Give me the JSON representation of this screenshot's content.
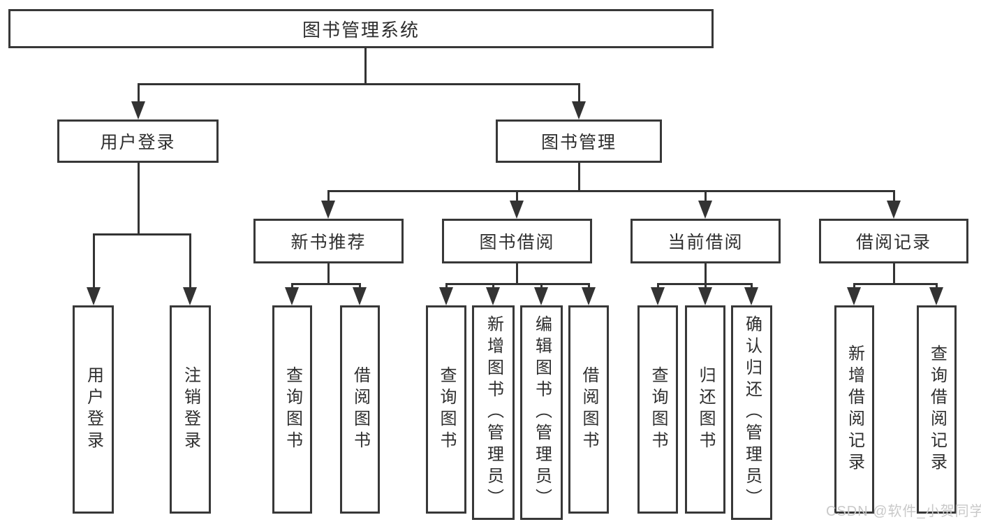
{
  "diagram": {
    "type": "hierarchy-tree",
    "colors": {
      "line": "#333333",
      "box_border": "#383838",
      "box_background": "#ffffff",
      "text": "#2e2e2e",
      "watermark": "#c9c9c9",
      "page_background": "#ffffff"
    },
    "tree": {
      "label": "图书管理系统",
      "children": [
        {
          "label": "用户登录",
          "children": [
            {
              "label": "用户登录"
            },
            {
              "label": "注销登录"
            }
          ]
        },
        {
          "label": "图书管理",
          "children": [
            {
              "label": "新书推荐",
              "children": [
                {
                  "label": "查询图书"
                },
                {
                  "label": "借阅图书"
                }
              ]
            },
            {
              "label": "图书借阅",
              "children": [
                {
                  "label": "查询图书"
                },
                {
                  "label": "新增图书（管理员）"
                },
                {
                  "label": "编辑图书（管理员）"
                },
                {
                  "label": "借阅图书"
                }
              ]
            },
            {
              "label": "当前借阅",
              "children": [
                {
                  "label": "查询图书"
                },
                {
                  "label": "归还图书"
                },
                {
                  "label": "确认归还（管理员）"
                }
              ]
            },
            {
              "label": "借阅记录",
              "children": [
                {
                  "label": "新增借阅记录"
                },
                {
                  "label": "查询借阅记录"
                }
              ]
            }
          ]
        }
      ]
    },
    "watermark": {
      "text": "CSDN @软件_小贺同学"
    }
  }
}
